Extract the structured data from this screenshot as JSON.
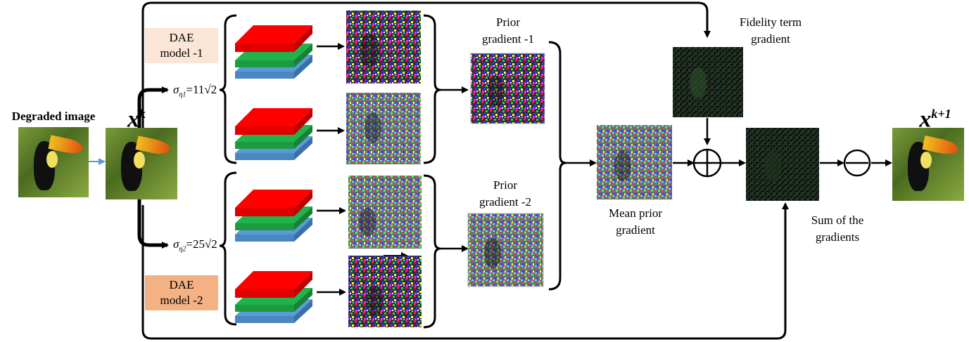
{
  "labels": {
    "degraded_image": "Degraded image",
    "xk_base": "x",
    "xk_sup": "k",
    "xk1_base": "x",
    "xk1_sup": "k+1",
    "dae_model_1_line1": "DAE",
    "dae_model_1_line2": "model -1",
    "dae_model_2_line1": "DAE",
    "dae_model_2_line2": "model -2",
    "sigma1_sym": "σ",
    "sigma1_sub": "η1",
    "sigma1_val": "=11√2",
    "sigma2_sym": "σ",
    "sigma2_sub": "η2",
    "sigma2_val": "=25√2",
    "prior_gradient_1_line1": "Prior",
    "prior_gradient_1_line2": "gradient -1",
    "prior_gradient_2_line1": "Prior",
    "prior_gradient_2_line2": "gradient -2",
    "fidelity_line1": "Fidelity term",
    "fidelity_line2": "gradient",
    "mean_prior_line1": "Mean prior",
    "mean_prior_line2": "gradient",
    "sum_line1": "Sum of the",
    "sum_line2": "gradients"
  },
  "operators": {
    "plus": "⊕",
    "minus": "⊖"
  },
  "colors": {
    "layer_red": "#ff0000",
    "layer_green": "#22b24c",
    "layer_blue": "#5b9bd5",
    "dae1_fill": "#fbe5d6",
    "dae2_fill": "#f4b183",
    "arrow_blue": "#5b9bd5",
    "line": "#000000"
  }
}
